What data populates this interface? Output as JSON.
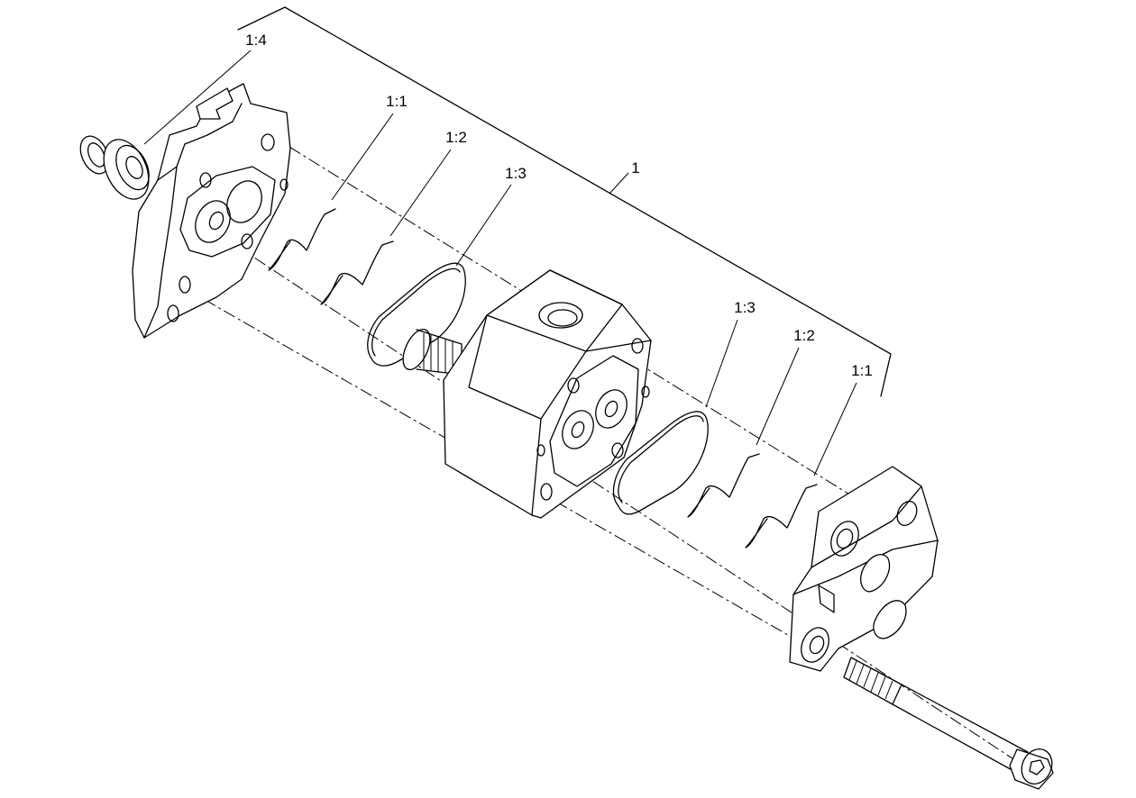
{
  "labels": {
    "assembly": "1",
    "seal_left": "1:4",
    "ring_a_left": "1:1",
    "ring_b_left": "1:2",
    "gasket_left": "1:3",
    "gasket_right": "1:3",
    "ring_b_right": "1:2",
    "ring_a_right": "1:1"
  }
}
